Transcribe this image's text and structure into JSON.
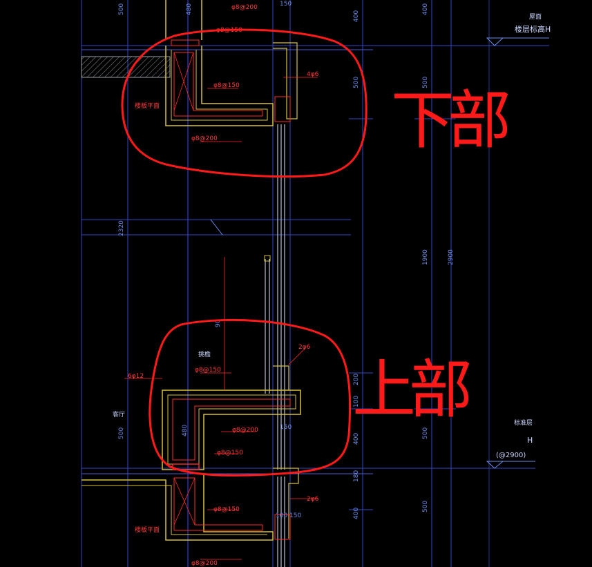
{
  "colors": {
    "background": "#000000",
    "dim_line": "#3c4fd6",
    "rebar_red": "#ff2a2a",
    "wall_yellow": "#d8c23a",
    "glass_white": "#dfe6ff",
    "markup_red": "#ff1a1a",
    "floor_label": "#c9d6ff"
  },
  "annotations": {
    "upper_region": "下部",
    "lower_region": "上部"
  },
  "level_marks": {
    "top_level_label": "楼层标高H",
    "top_level_note": "屋面",
    "bottom_level_value": "H",
    "bottom_level_spacing": "(@2900)",
    "bottom_level_note": "标准层"
  },
  "room_labels": {
    "living_room": "客厅",
    "eave_upper": "挑檐",
    "upper_beam_label": "楼板平面",
    "lower_beam_label": "楼板平面"
  },
  "rebar_labels": {
    "top_tie": "φ8@200",
    "top_stirrup": "φ8@150",
    "upper_inner": "φ8@150",
    "upper_bottom": "φ8@200",
    "upper_side": "4φ6",
    "lower_tie": "φ8@150",
    "lower_bottom": "φ8@200",
    "lower_stirrup": "φ8@150",
    "lower_side": "2φ6",
    "lower_corner": "6φ12",
    "bottom_beam_inner": "φ8@150",
    "bottom_beam_side": "2φ6",
    "bottom_beam_bottom": "φ8@200"
  },
  "dimensions": {
    "d_500_top": "500",
    "d_480_top": "480",
    "d_150_top": "150",
    "d_400_top": "400",
    "d_500_right": "500",
    "d_2320": "2320",
    "d_1900": "1900",
    "d_2900": "2900",
    "d_90": "90",
    "d_200": "200",
    "d_100": "100",
    "d_150_mid": "150",
    "d_400_mid": "400",
    "d_500_mid": "500",
    "d_480_mid": "480",
    "d_180": "180",
    "d_400_bot": "400",
    "d_500_bot": "500",
    "d_100_bot": "100",
    "d_150_bot": "150"
  }
}
